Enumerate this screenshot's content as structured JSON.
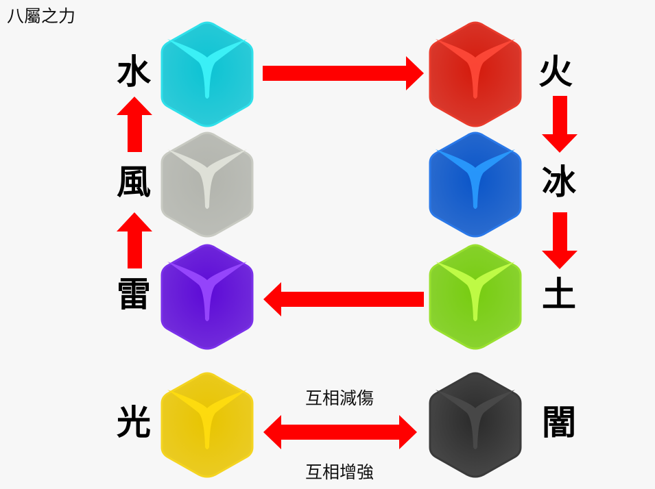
{
  "title": "八屬之力",
  "elements": [
    {
      "key": "water",
      "label": "水",
      "color": "#0cc3d3",
      "light": "#3ff4fa",
      "edge": "#2fe0ea"
    },
    {
      "key": "fire",
      "label": "火",
      "color": "#d41a0c",
      "light": "#ff4a3a",
      "edge": "#e83b2c"
    },
    {
      "key": "ice",
      "label": "冰",
      "color": "#0a55c8",
      "light": "#2a9cff",
      "edge": "#2a78e8"
    },
    {
      "key": "earth",
      "label": "土",
      "color": "#77cc10",
      "light": "#c5ff4a",
      "edge": "#99e030"
    },
    {
      "key": "thunder",
      "label": "雷",
      "color": "#5c0ad6",
      "light": "#9a4aff",
      "edge": "#7a30ea"
    },
    {
      "key": "wind",
      "label": "風",
      "color": "#b2b4ad",
      "light": "#e2e4dc",
      "edge": "#c8cac2"
    },
    {
      "key": "light",
      "label": "光",
      "color": "#e8c400",
      "light": "#ffdd10",
      "edge": "#f4d420"
    },
    {
      "key": "dark",
      "label": "闇",
      "color": "#2a2a2a",
      "light": "#4a4a4a",
      "edge": "#3a3a3a"
    }
  ],
  "arrow_color": "#ff0000",
  "notes": {
    "top": "互相減傷",
    "bottom": "互相增強"
  }
}
